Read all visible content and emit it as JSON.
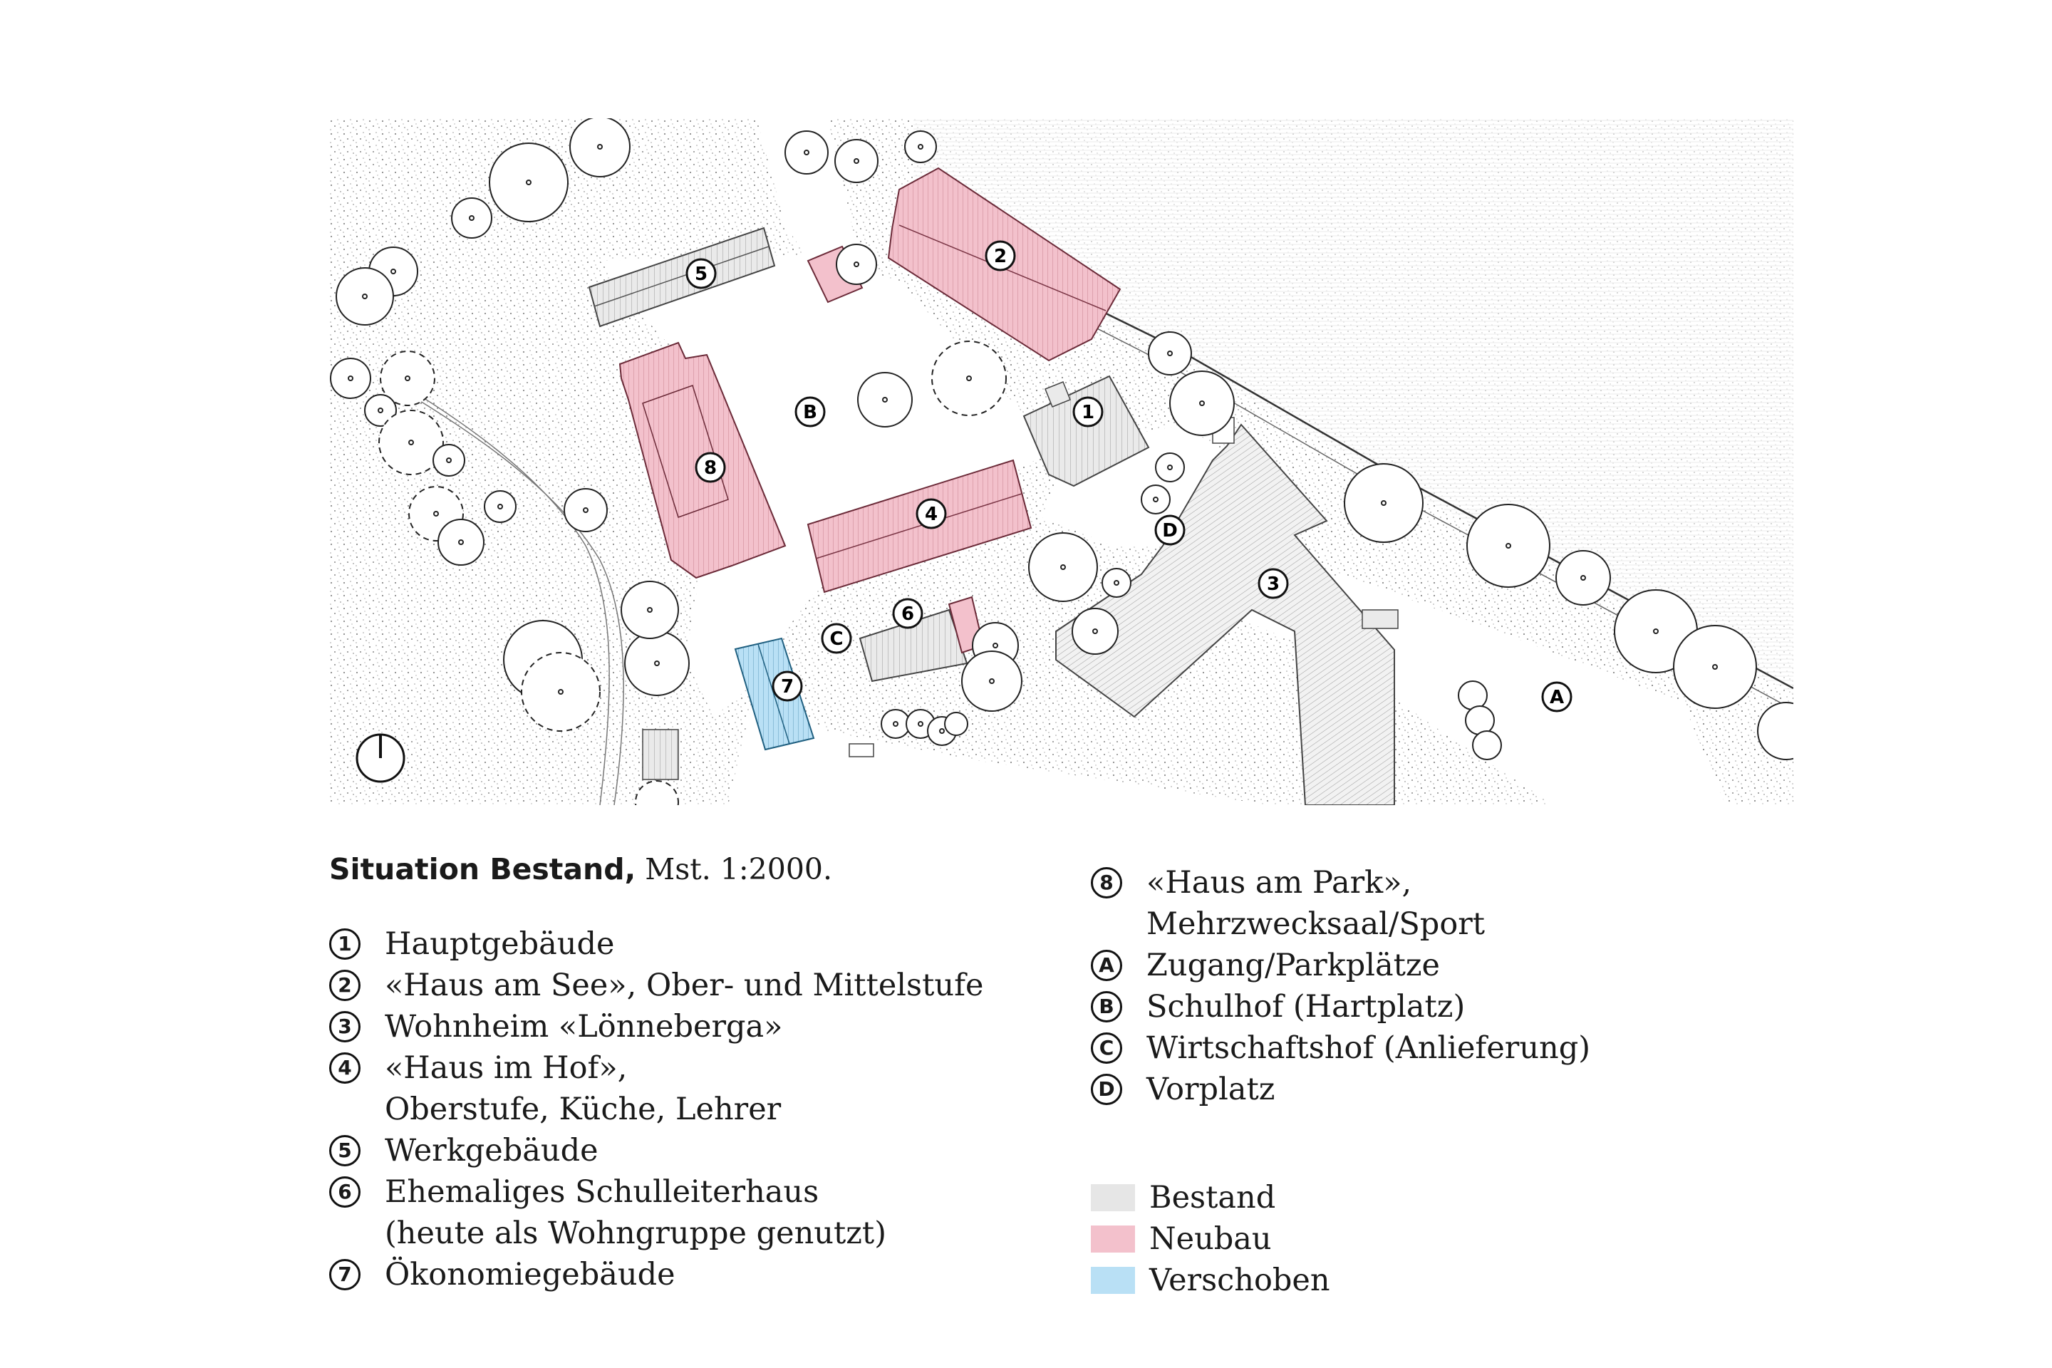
{
  "caption": {
    "bold": "Situation Bestand,",
    "rest": "Mst. 1:2000."
  },
  "colors": {
    "bestand": "#e6e6e6",
    "neubau": "#f3c1cc",
    "verschoben": "#b9e0f5"
  },
  "map_labels": {
    "b1": "1",
    "b2": "2",
    "b3": "3",
    "b4": "4",
    "b5": "5",
    "b6": "6",
    "b7": "7",
    "b8": "8",
    "a": "A",
    "b": "B",
    "c": "C",
    "d": "D"
  },
  "legend_left": [
    {
      "num": "1",
      "text": "Hauptgebäude"
    },
    {
      "num": "2",
      "text": "«Haus am See», Ober- und Mittelstufe"
    },
    {
      "num": "3",
      "text": "Wohnheim «Lönneberga»"
    },
    {
      "num": "4",
      "text": "«Haus im Hof»,\nOberstufe, Küche, Lehrer"
    },
    {
      "num": "5",
      "text": "Werkgebäude"
    },
    {
      "num": "6",
      "text": "Ehemaliges Schulleiterhaus\n(heute als Wohngruppe genutzt)"
    },
    {
      "num": "7",
      "text": "Ökonomiegebäude"
    }
  ],
  "legend_right": [
    {
      "num": "8",
      "text": "«Haus am Park»,\nMehrzwecksaal/Sport"
    },
    {
      "num": "A",
      "text": "Zugang/Parkplätze"
    },
    {
      "num": "B",
      "text": "Schulhof (Hartplatz)"
    },
    {
      "num": "C",
      "text": "Wirtschaftshof (Anlieferung)"
    },
    {
      "num": "D",
      "text": "Vorplatz"
    }
  ],
  "color_legend": [
    {
      "label": "Bestand",
      "color": "#e6e6e6"
    },
    {
      "label": "Neubau",
      "color": "#f3c1cc"
    },
    {
      "label": "Verschoben",
      "color": "#b9e0f5"
    }
  ]
}
